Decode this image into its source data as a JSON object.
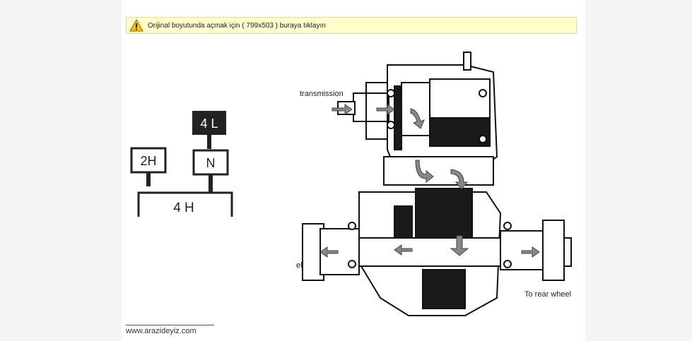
{
  "notice": {
    "text": "Orijinal boyutunda açmak için ( 799x503 ) buraya tıklayın",
    "icon": "warning-icon"
  },
  "shift_pattern": {
    "pos_4l": "4 L",
    "pos_2h": "2H",
    "pos_n": "N",
    "pos_4h": "4 H"
  },
  "diagram_labels": {
    "from_transmission": "transmission",
    "front_wheel": "el",
    "rear_wheel": "To rear wheel"
  },
  "footer": {
    "site": "www.arazideyiz.com"
  }
}
